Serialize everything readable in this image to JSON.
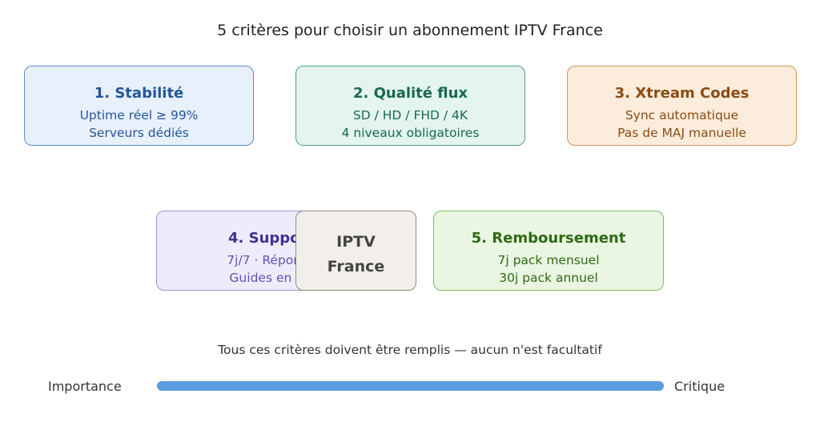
{
  "title": "5 critères pour choisir un abonnement IPTV France",
  "criteria": [
    {
      "heading": "1. Stabilité",
      "line1": "Uptime réel ≥ 99%",
      "line2": "Serveurs dédiés",
      "color": "#24569b"
    },
    {
      "heading": "2. Qualité flux",
      "line1": "SD / HD / FHD / 4K",
      "line2": "4 niveaux obligatoires",
      "color": "#166a4f"
    },
    {
      "heading": "3. Xtream Codes",
      "line1": "Sync automatique",
      "line2": "Pas de MAJ manuelle",
      "color": "#8a4c14"
    },
    {
      "heading": "4. Support",
      "line1": "7j/7 · Réponse",
      "line2": "Guides en fra",
      "color": "#3c3391"
    },
    {
      "heading": "5. Remboursement",
      "line1": "7j pack mensuel",
      "line2": "30j pack annuel",
      "color": "#2f6a17"
    }
  ],
  "center": {
    "line1": "IPTV",
    "line2": "France"
  },
  "footer": "Tous ces critères doivent être remplis — aucun n'est facultatif",
  "scale": {
    "left_label": "Importance",
    "right_label": "Critique",
    "level": 1.0,
    "color": "#5b9be0"
  }
}
